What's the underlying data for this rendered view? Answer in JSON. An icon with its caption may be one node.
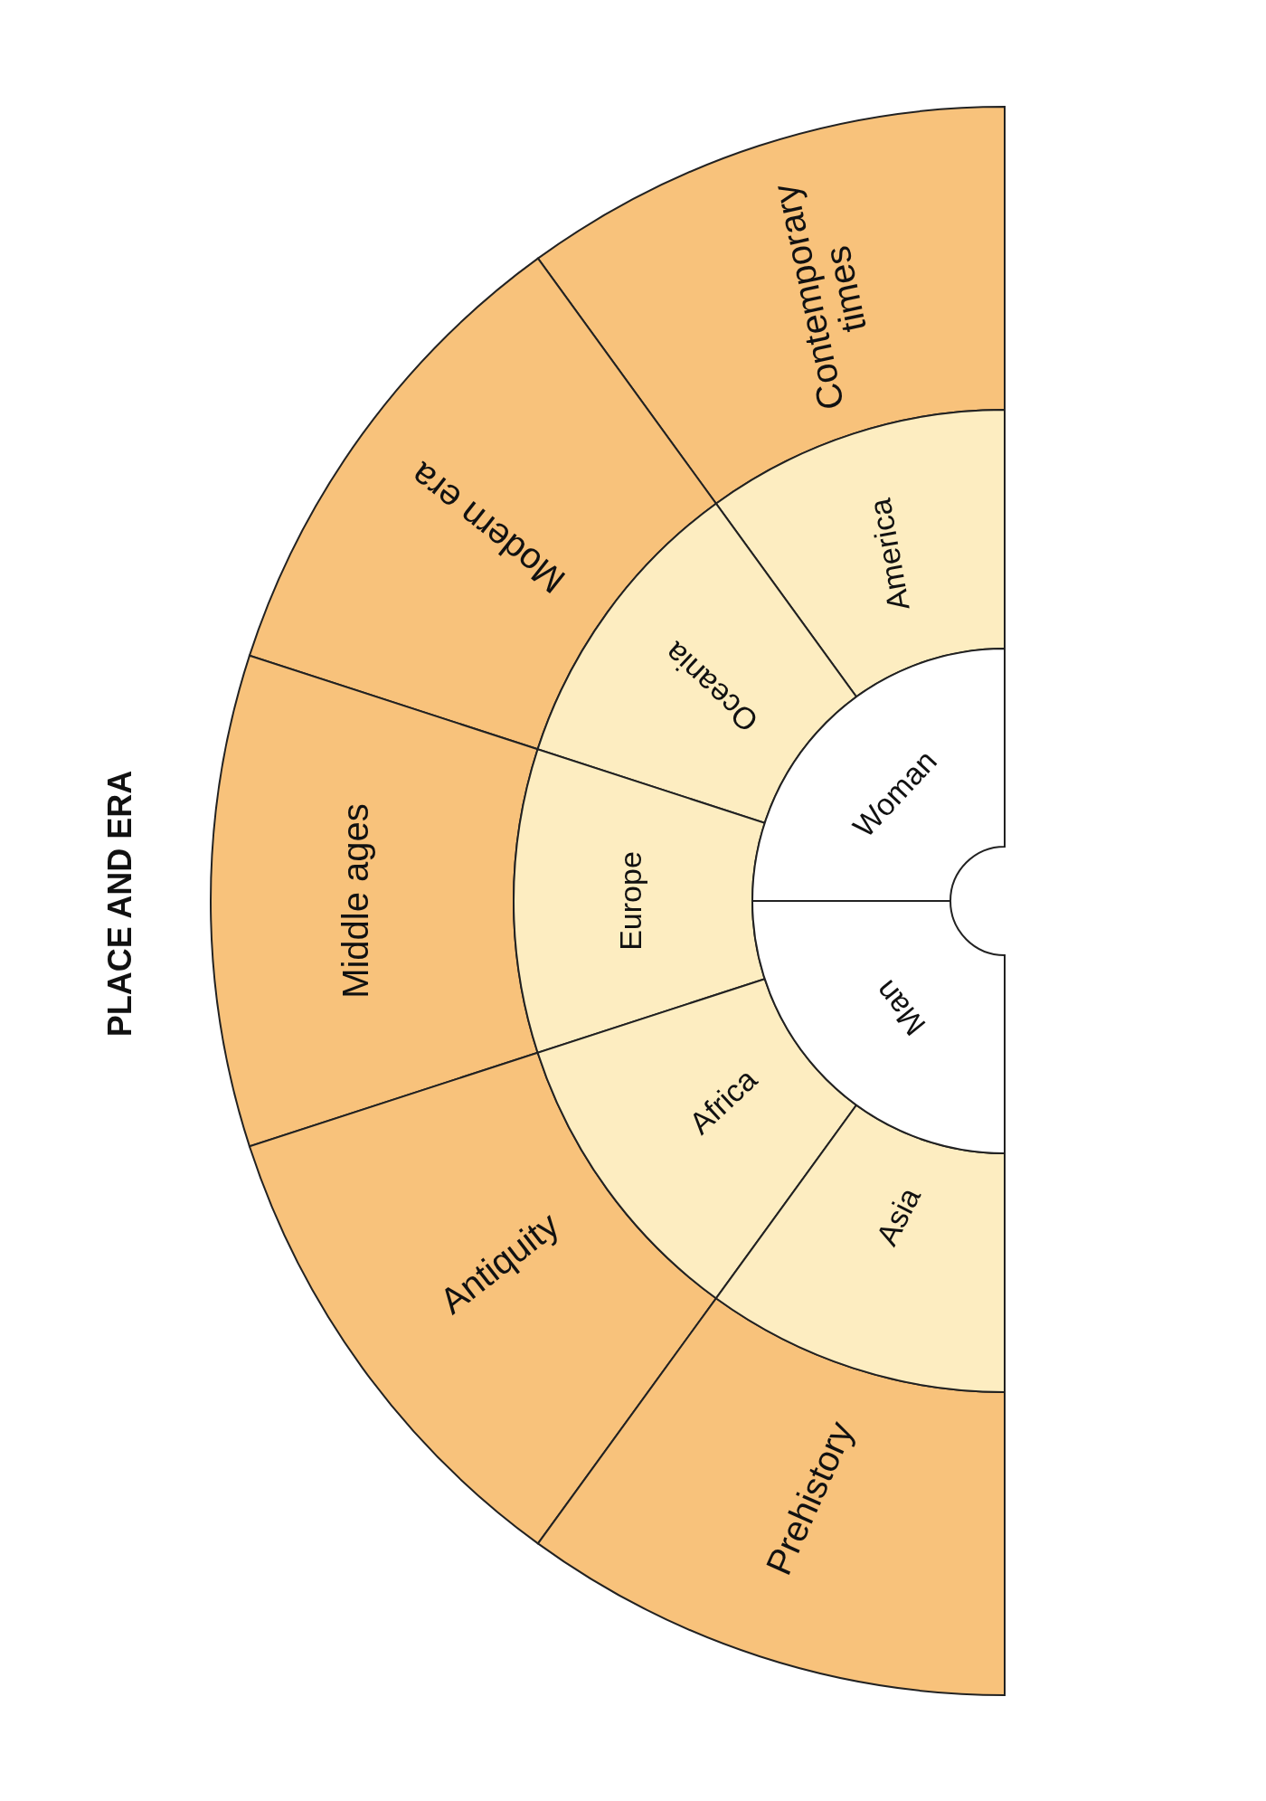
{
  "diagram": {
    "title": "PLACE AND ERA",
    "nodes": [
      {
        "text": [
          "Contemporary times"
        ]
      },
      {
        "text": [
          "Modern era"
        ]
      },
      {
        "text": [
          "Middle ages"
        ]
      },
      {
        "text": [
          "Antiquity"
        ]
      },
      {
        "text": [
          "Prehistory"
        ]
      },
      {
        "text": [
          "America"
        ]
      },
      {
        "text": [
          "Oceania"
        ]
      },
      {
        "text": [
          "Europe"
        ]
      },
      {
        "text": [
          "Africa"
        ]
      },
      {
        "text": [
          "Asia"
        ]
      },
      {
        "text": [
          "Woman"
        ]
      },
      {
        "text": [
          "Man"
        ]
      }
    ]
  }
}
